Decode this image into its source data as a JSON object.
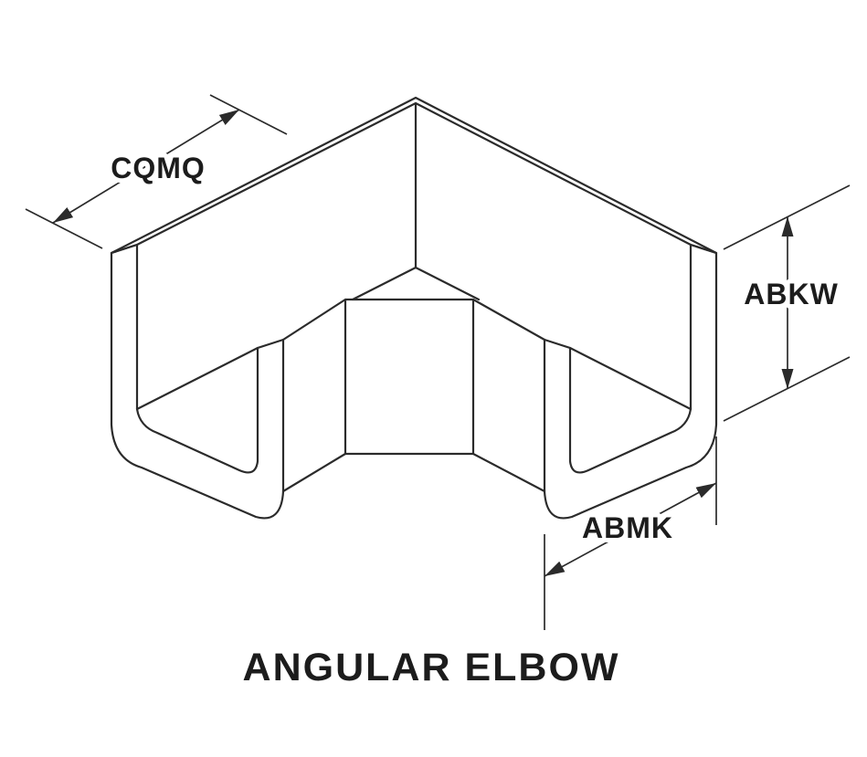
{
  "page": {
    "background": "#ffffff",
    "ink_color": "#2b2b2b",
    "text_color": "#1c1c1c"
  },
  "figure": {
    "kind": "isometric technical line drawing of a rectangular channel angular elbow fitting",
    "title": "ANGULAR ELBOW",
    "labels": {
      "cqmq": "CQMQ",
      "abkw": "ABKW",
      "abmk": "ABMK"
    }
  }
}
